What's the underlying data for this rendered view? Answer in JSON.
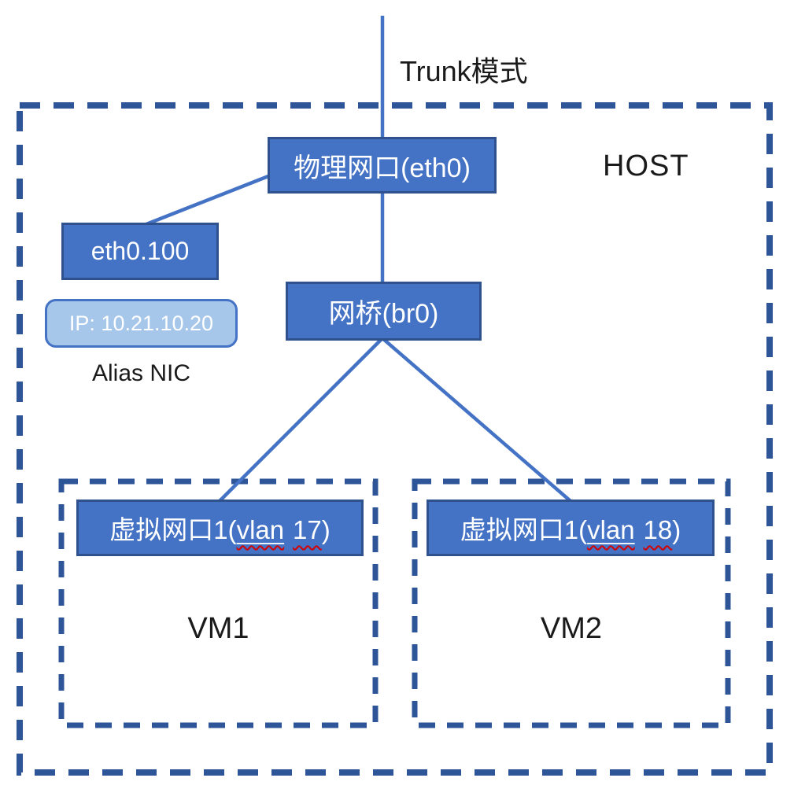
{
  "labels": {
    "trunk_mode": "Trunk模式",
    "host": "HOST",
    "alias_nic": "Alias NIC"
  },
  "nodes": {
    "physical_nic": "物理网口(eth0)",
    "vlan_subinterface": "eth0.100",
    "alias_ip": "IP: 10.21.10.20",
    "bridge": "网桥(br0)"
  },
  "vms": [
    {
      "name": "VM1",
      "vnic_prefix": "虚拟网口1(",
      "vnic_vlan_word": "vlan",
      "vnic_vlan_id": "17",
      "vnic_suffix": ")"
    },
    {
      "name": "VM2",
      "vnic_prefix": "虚拟网口1(",
      "vnic_vlan_word": "vlan",
      "vnic_vlan_id": "18",
      "vnic_suffix": ")"
    }
  ],
  "colors": {
    "node_fill": "#4472C4",
    "node_border": "#2F528F",
    "alias_fill": "#A7C7EA",
    "dashed_border": "#2E5597",
    "connector": "#4472C4",
    "spellcheck_squiggle": "#D40000",
    "node_text": "#FFFFFF",
    "plain_text": "#1A1A1A"
  }
}
